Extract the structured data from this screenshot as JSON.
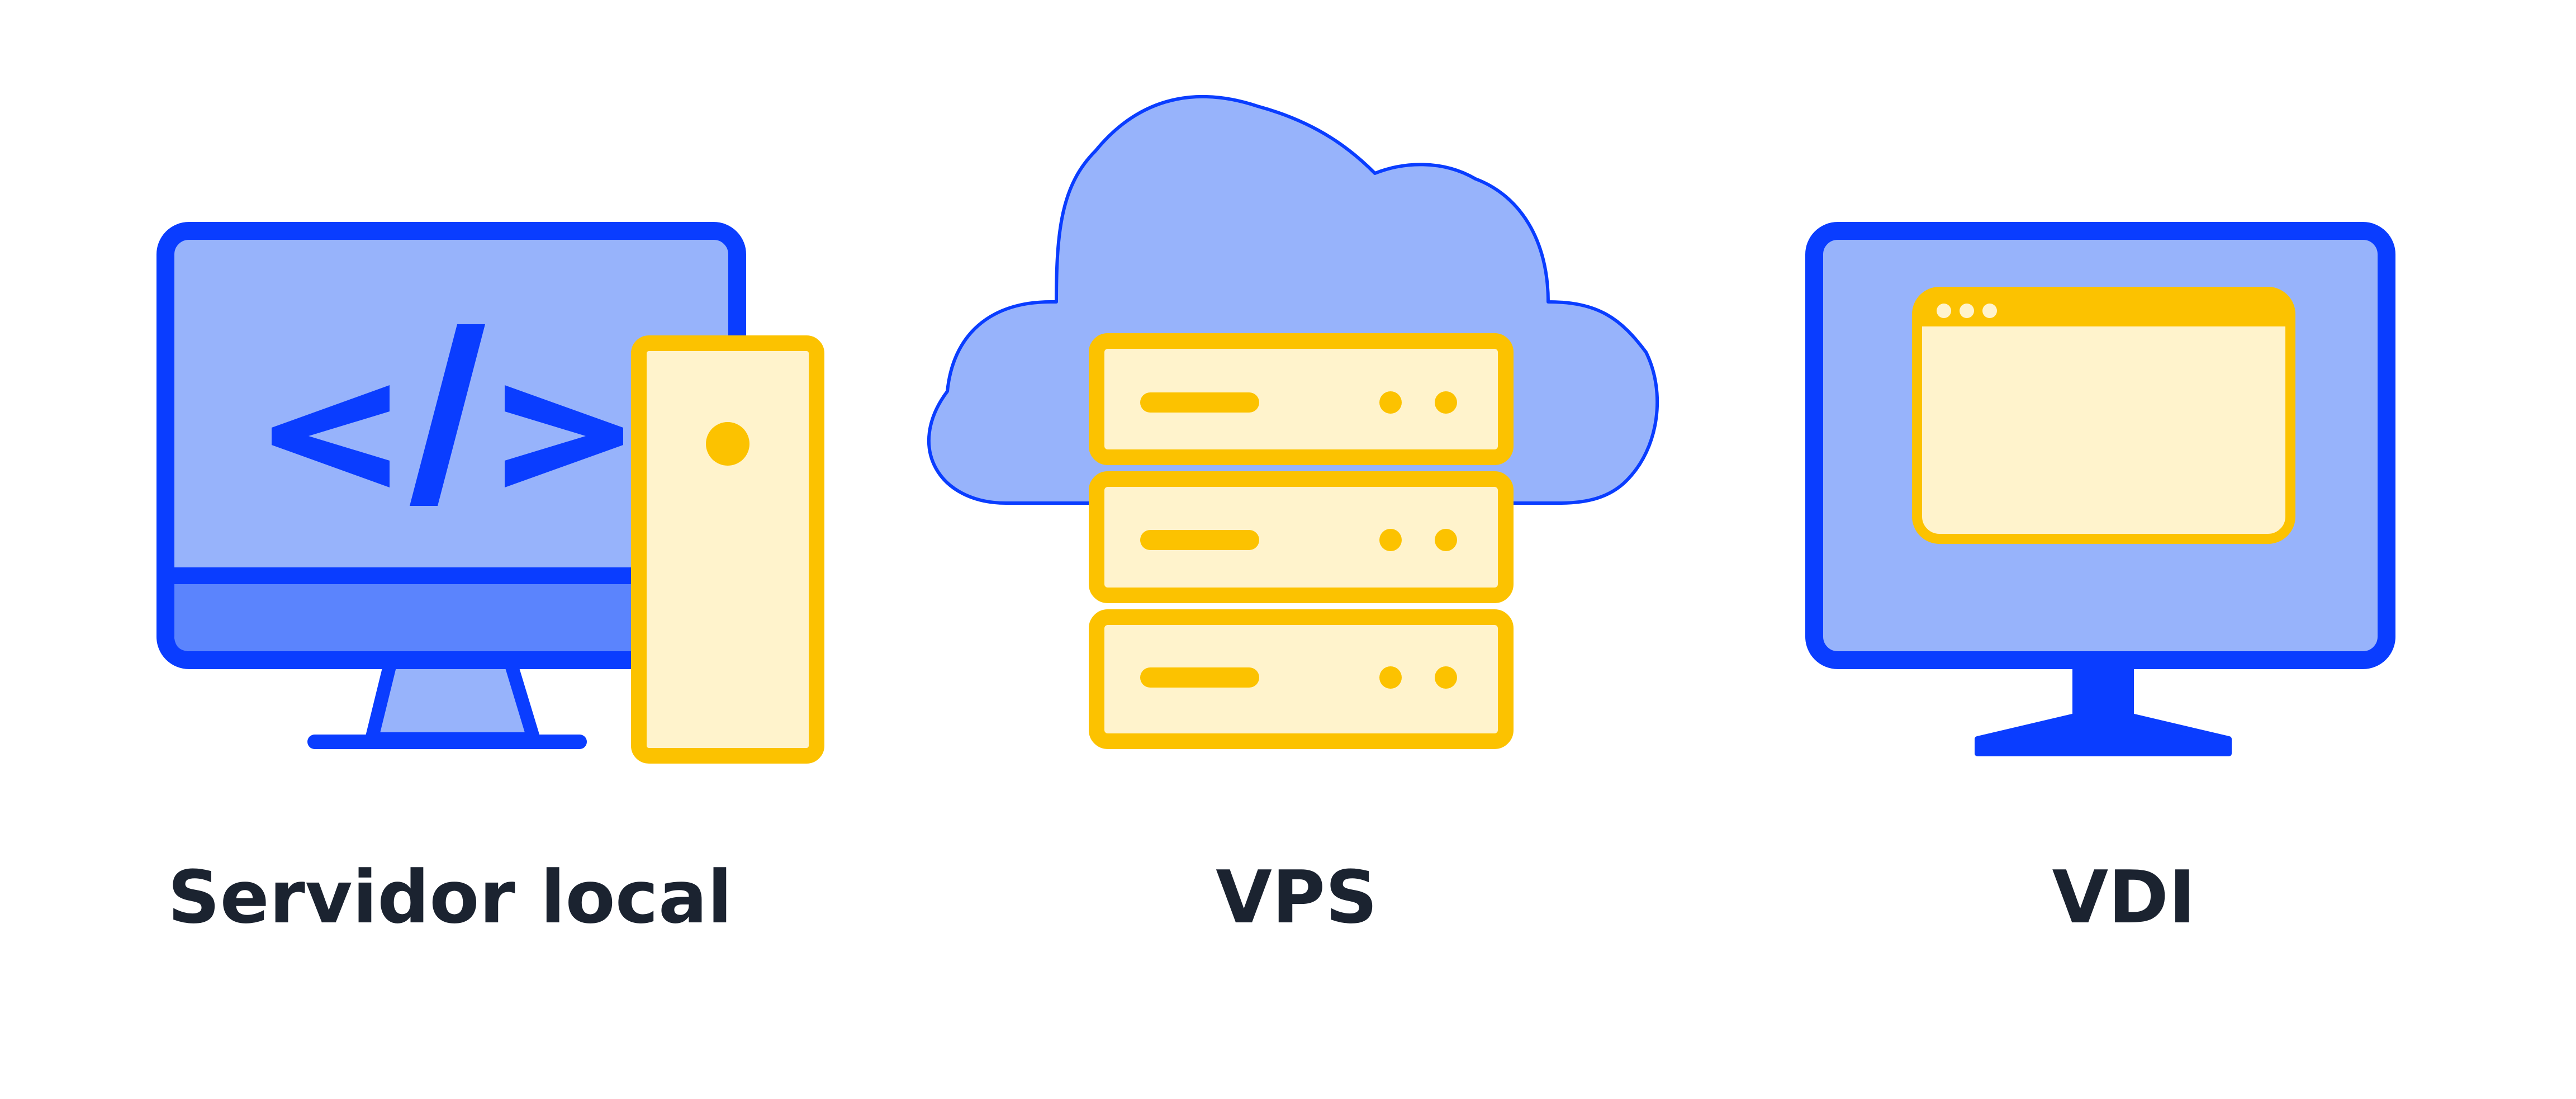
{
  "labels": {
    "local_server": "Servidor local",
    "vps": "VPS",
    "vdi": "VDI"
  },
  "icons": {
    "local_server": "desktop-computer-with-tower-code-icon",
    "vps": "cloud-with-server-stack-icon",
    "vdi": "monitor-with-browser-window-icon"
  },
  "colors": {
    "blue": "#0a3dff",
    "light_blue": "#97b3fb",
    "mid_blue": "#5b84fd",
    "yellow": "#fcc200",
    "cream": "#fff3cc",
    "text": "#1b2330"
  }
}
